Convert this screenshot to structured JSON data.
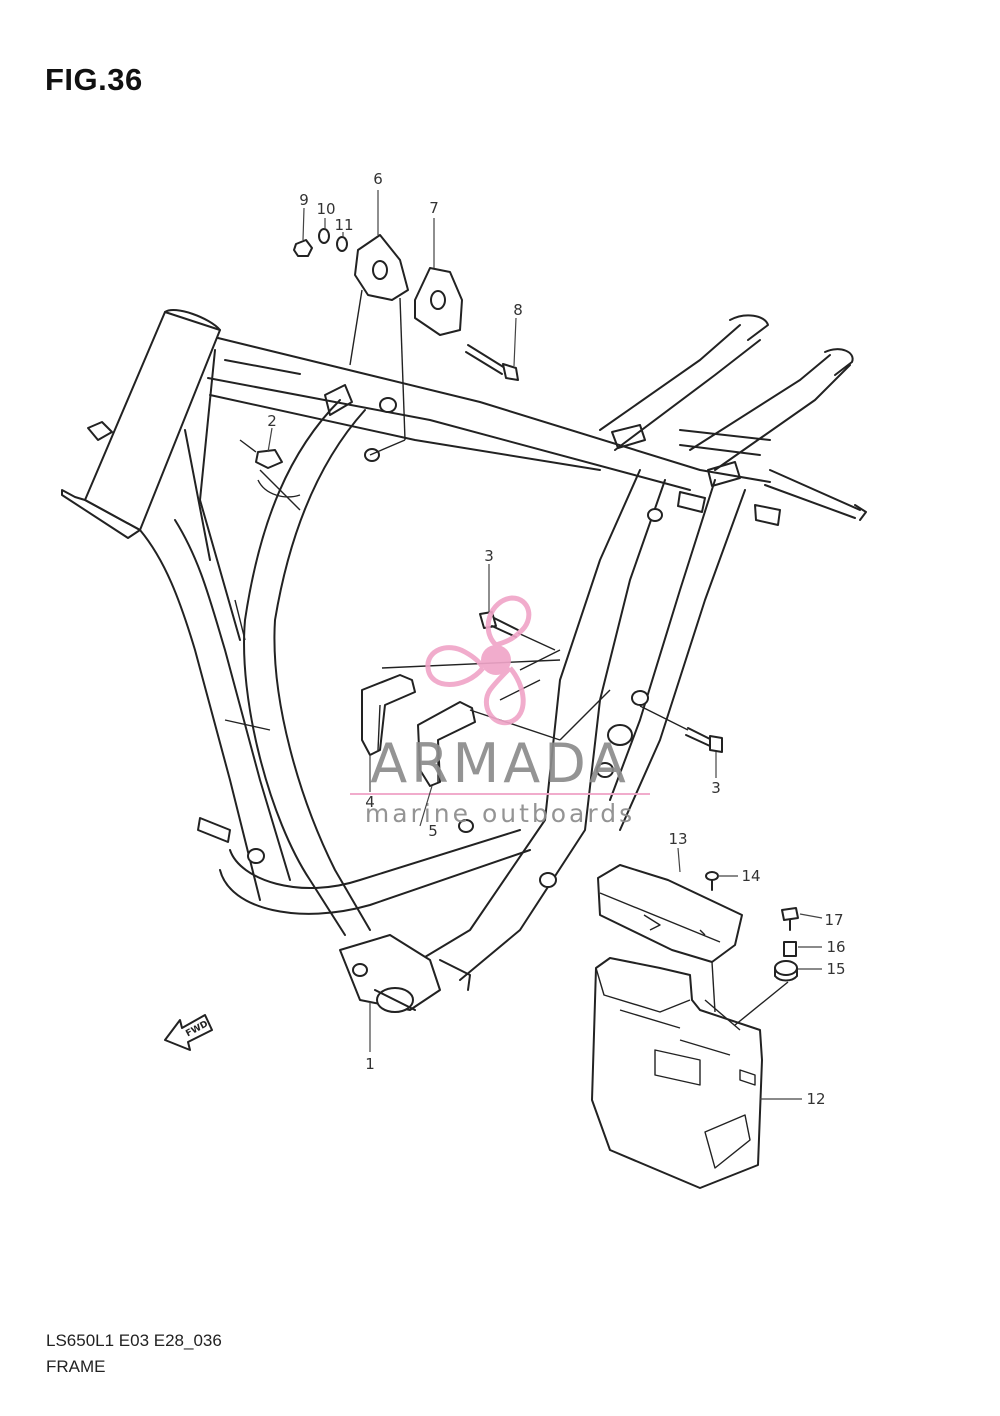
{
  "figure": {
    "title": "FIG.36"
  },
  "footer": {
    "model_code": "LS650L1 E03 E28_036",
    "section_name": "FRAME"
  },
  "fwd_arrow": {
    "label": "FWD"
  },
  "watermark": {
    "brand": "ARMADA",
    "tagline": "marine outboards",
    "logo_color": "#f0a5c8",
    "text_color": "#8c8c8c"
  },
  "part_callouts": [
    {
      "id": "callout-1",
      "number": "1"
    },
    {
      "id": "callout-2",
      "number": "2"
    },
    {
      "id": "callout-3-upper",
      "number": "3"
    },
    {
      "id": "callout-3-lower",
      "number": "3"
    },
    {
      "id": "callout-4",
      "number": "4"
    },
    {
      "id": "callout-5",
      "number": "5"
    },
    {
      "id": "callout-6",
      "number": "6"
    },
    {
      "id": "callout-7",
      "number": "7"
    },
    {
      "id": "callout-8",
      "number": "8"
    },
    {
      "id": "callout-9",
      "number": "9"
    },
    {
      "id": "callout-10",
      "number": "10"
    },
    {
      "id": "callout-11",
      "number": "11"
    },
    {
      "id": "callout-12",
      "number": "12"
    },
    {
      "id": "callout-13",
      "number": "13"
    },
    {
      "id": "callout-14",
      "number": "14"
    },
    {
      "id": "callout-15",
      "number": "15"
    },
    {
      "id": "callout-16",
      "number": "16"
    },
    {
      "id": "callout-17",
      "number": "17"
    }
  ]
}
